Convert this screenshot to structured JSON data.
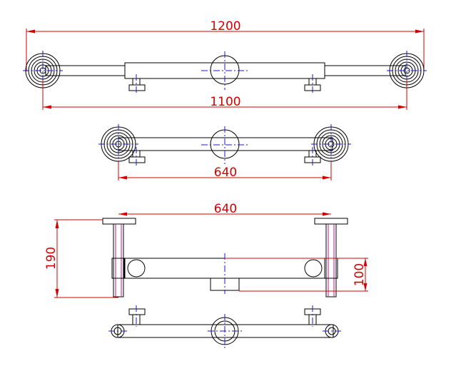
{
  "drawing": {
    "colors": {
      "geometry": "#000000",
      "dimension": "#d40000",
      "centerline": "#1a1acc",
      "accent": "#c71585",
      "background": "#ffffff"
    },
    "dimensions": {
      "overall_width": "1200",
      "wheel_span": "1100",
      "middle_span": "640",
      "top_view_span": "640",
      "height": "190",
      "offset_height": "100"
    }
  }
}
